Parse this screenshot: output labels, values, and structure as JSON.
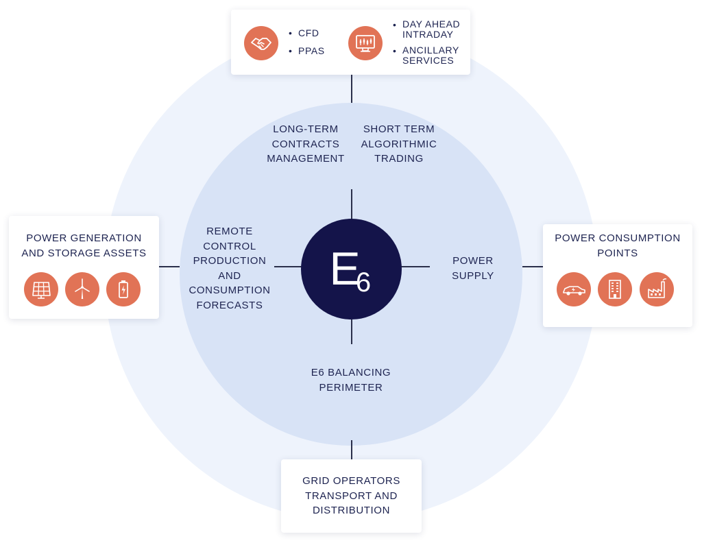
{
  "center": {
    "logo_letter": "E",
    "logo_subscript": "6"
  },
  "ring_labels": {
    "long_term": "LONG-TERM\nCONTRACTS\nMANAGEMENT",
    "short_term": "SHORT TERM\nALGORITHMIC\nTRADING",
    "remote_control": "REMOTE\nCONTROL\nPRODUCTION\nAND\nCONSUMPTION\nFORECASTS",
    "power_supply": "POWER\nSUPPLY",
    "balancing": "E6 BALANCING\nPERIMETER"
  },
  "top_card": {
    "group1": {
      "icon": "handshake-icon",
      "items": [
        "CFD",
        "PPAS"
      ]
    },
    "group2": {
      "icon": "trading-screen-icon",
      "items": [
        "DAY AHEAD\nINTRADAY",
        "ANCILLARY\nSERVICES"
      ]
    }
  },
  "left_card": {
    "title": "POWER GENERATION\nAND STORAGE ASSETS",
    "icons": [
      "solar-panel-icon",
      "wind-turbine-icon",
      "battery-icon"
    ]
  },
  "right_card": {
    "title": "POWER CONSUMPTION\nPOINTS",
    "icons": [
      "electric-car-icon",
      "building-icon",
      "factory-icon"
    ]
  },
  "bottom_card": {
    "title": "GRID OPERATORS\nTRANSPORT AND\nDISTRIBUTION"
  },
  "colors": {
    "accent": "#e17356",
    "navy": "#14144a",
    "text": "#1d2350",
    "outer_ring": "#eef3fc",
    "inner_ring": "#d8e3f6"
  }
}
